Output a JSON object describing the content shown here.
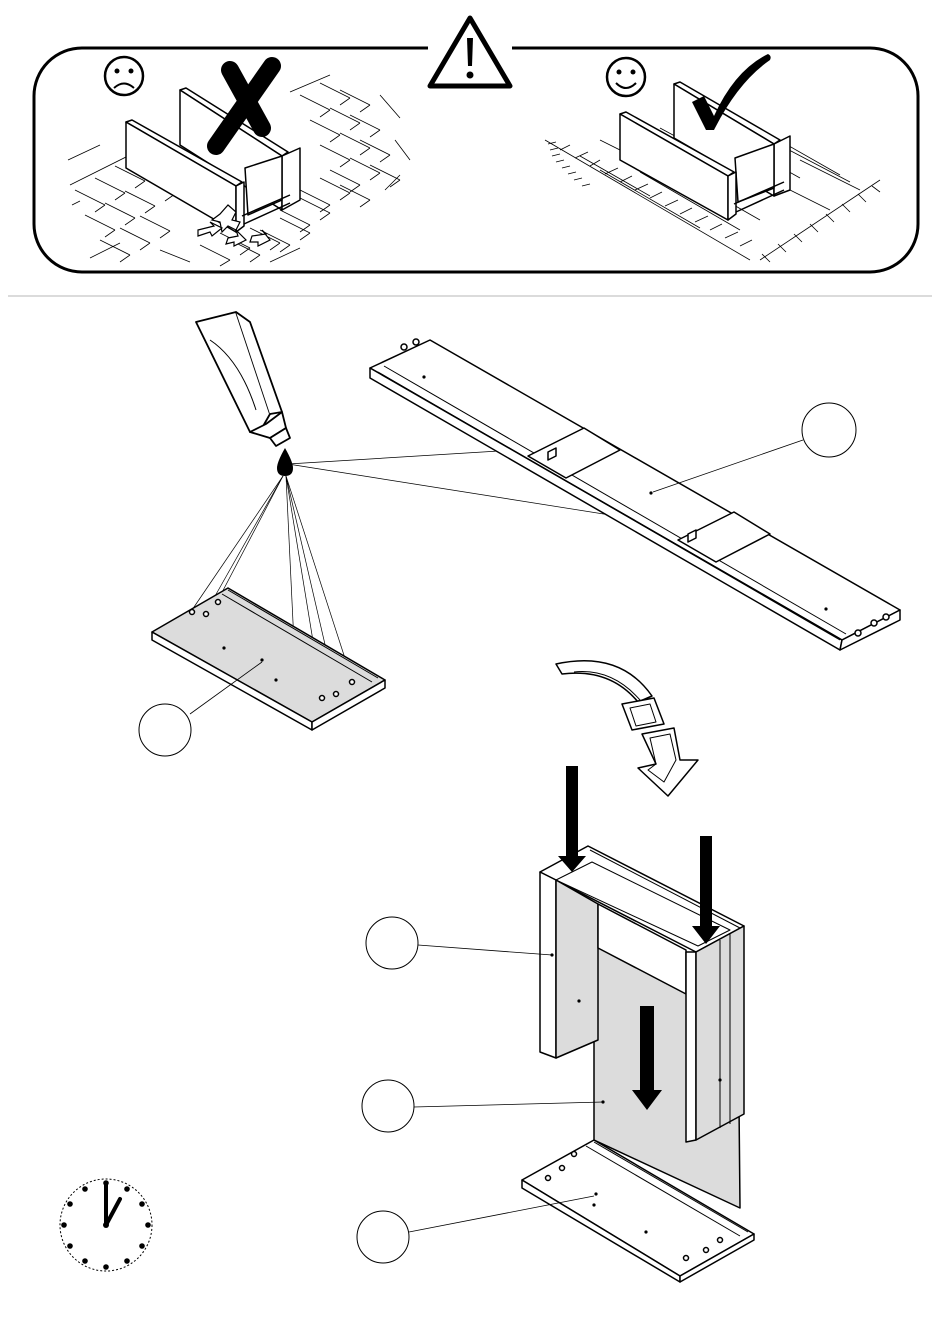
{
  "warning_panel": {
    "bad_example": {
      "face": "sad-face-icon",
      "mark": "cross-icon",
      "surface": "hard-tiled-floor"
    },
    "good_example": {
      "face": "happy-face-icon",
      "mark": "check-icon",
      "surface": "soft-rug"
    },
    "symbol": "warning-triangle-icon"
  },
  "steps": {
    "glue": {
      "tool": "glue-tube-icon"
    },
    "callouts": {
      "top_rail": "",
      "bottom_panel_glued": "",
      "side_frame": "",
      "back_panel": "",
      "base_panel": ""
    },
    "rotate_arrow": "rotate-arrow-icon",
    "press_arrows": "down-arrow-icon"
  },
  "clock": {
    "icon": "clock-icon",
    "hour": 1,
    "minute": 0
  },
  "colors": {
    "ink": "#000000",
    "panel_fill": "#dcdcdc",
    "paper": "#ffffff"
  }
}
